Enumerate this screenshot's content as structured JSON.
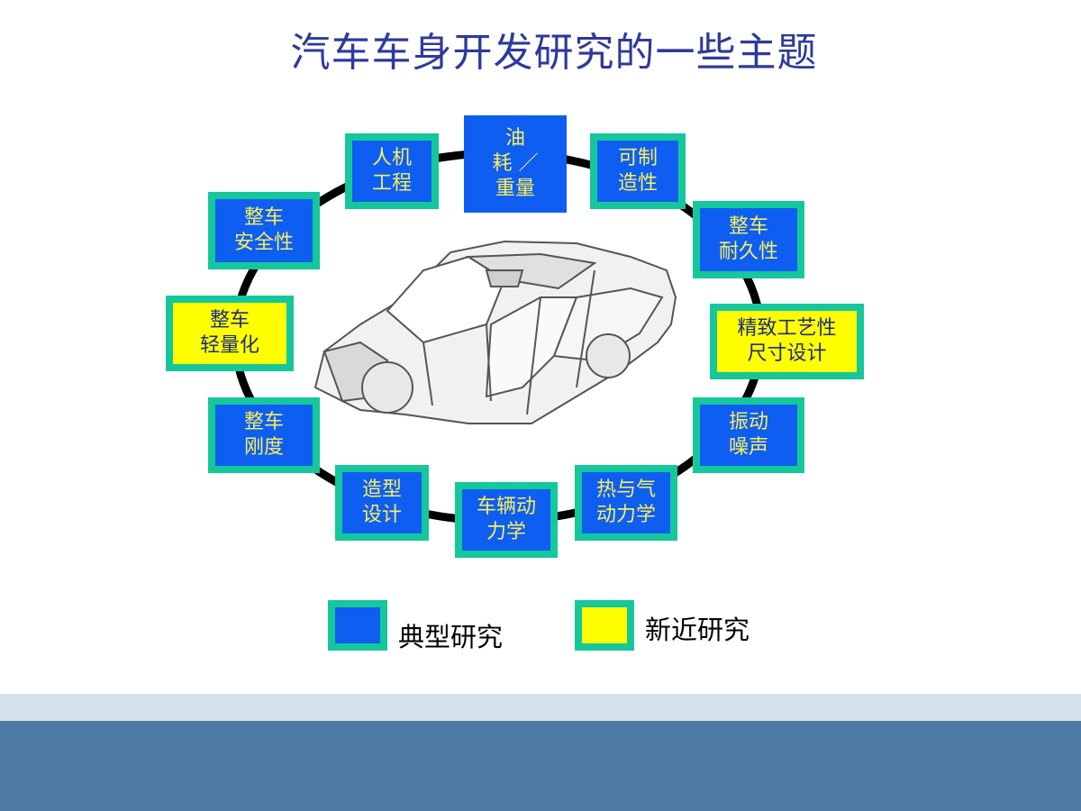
{
  "title": "汽车车身开发研究的一些主题",
  "nodes": [
    {
      "label": "油\n耗 ／\n重量",
      "kind": "typical"
    },
    {
      "label": "人机\n工程",
      "kind": "typical"
    },
    {
      "label": "可制\n造性",
      "kind": "typical"
    },
    {
      "label": "整车\n安全性",
      "kind": "typical"
    },
    {
      "label": "整车\n耐久性",
      "kind": "typical"
    },
    {
      "label": "整车\n轻量化",
      "kind": "recent"
    },
    {
      "label": "精致工艺性\n尺寸设计",
      "kind": "recent"
    },
    {
      "label": "整车\n刚度",
      "kind": "typical"
    },
    {
      "label": "振动\n噪声",
      "kind": "typical"
    },
    {
      "label": "造型\n设计",
      "kind": "typical"
    },
    {
      "label": "车辆动\n力学",
      "kind": "typical"
    },
    {
      "label": "热与气\n动力学",
      "kind": "typical"
    }
  ],
  "legend": [
    {
      "label": "典型研究",
      "color": "#0f5ef2"
    },
    {
      "label": "新近研究",
      "color": "#ffff00"
    }
  ],
  "colors": {
    "ring": "#000000",
    "border": "#15c79b",
    "typical": "#0f5ef2",
    "recent": "#ffff00"
  }
}
